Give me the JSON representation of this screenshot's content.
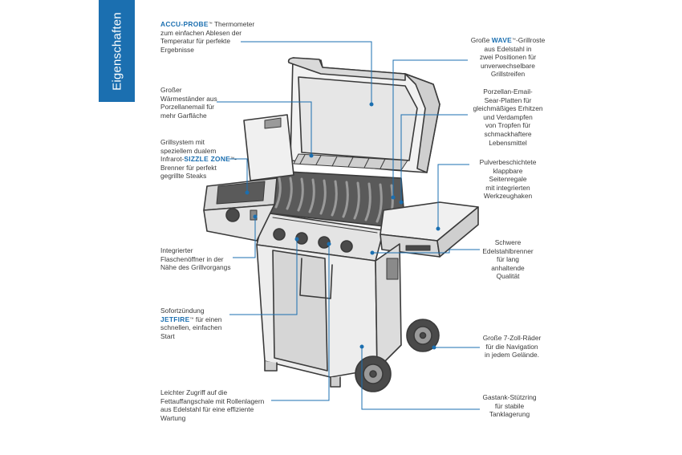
{
  "side_tab": {
    "label": "Eigenschaften",
    "color": "#1b6fb0"
  },
  "accent_color": "#1b6fb0",
  "callouts": {
    "accu_probe": {
      "brand": "ACCU-PROBE",
      "tm": "™",
      "line1_rest": " Thermometer",
      "line2": "zum einfachen Ablesen der",
      "line3": "Temperatur für perfekte",
      "line4": "Ergebnisse"
    },
    "warming_rack": {
      "line1": "Großer",
      "line2": "Wärmeständer aus",
      "line3": "Porzellanemail für",
      "line4": "mehr Garfläche"
    },
    "sizzle_zone": {
      "line1": "Grillsystem mit",
      "line2": "speziellem dualem",
      "line3_pre": "Infrarot-",
      "brand": "SIZZLE ZONE",
      "tm": "™",
      "line3_post": "-",
      "line4": "Brenner für perfekt",
      "line5": "gegrillte Steaks"
    },
    "bottle_opener": {
      "line1": "Integrierter",
      "line2": "Flaschenöffner in der",
      "line3": "Nähe des Grillvorgangs"
    },
    "jetfire": {
      "line1": "Sofortzündung",
      "brand": "JETFIRE",
      "tm": "™",
      "line2_rest": " für einen",
      "line3": "schnellen, einfachen",
      "line4": "Start"
    },
    "grease_tray": {
      "line1": "Leichter Zugriff auf die",
      "line2": "Fettauffangschale mit Rollenlagern",
      "line3": "aus Edelstahl für eine effiziente",
      "line4": "Wartung"
    },
    "wave_grids": {
      "line1_pre": "Große ",
      "brand": "WAVE",
      "tm": "™",
      "line1_post": "-Grillroste",
      "line2": "aus Edelstahl in",
      "line3": "zwei Positionen für",
      "line4": "unverwechselbare",
      "line5": "Grillstreifen"
    },
    "sear_plates": {
      "line1": "Porzellan-Email-",
      "line2": "Sear-Platten für",
      "line3": "gleichmäßiges Erhitzen",
      "line4": "und Verdampfen",
      "line5": "von Tropfen für",
      "line6": "schmackhaftere",
      "line7": "Lebensmittel"
    },
    "side_shelves": {
      "line1": "Pulverbeschichtete",
      "line2": "klappbare",
      "line3": "Seitenregale",
      "line4": "mit integrierten",
      "line5": "Werkzeughaken"
    },
    "burners": {
      "line1": "Schwere",
      "line2": "Edelstahlbrenner",
      "line3": "für lang",
      "line4": "anhaltende",
      "line5": "Qualität"
    },
    "wheels": {
      "line1": "Große 7-Zoll-Räder",
      "line2": "für die Navigation",
      "line3": "in jedem Gelände."
    },
    "tank_support": {
      "line1": "Gastank-Stützring",
      "line2": "für stabile",
      "line3": "Tanklagerung"
    }
  }
}
